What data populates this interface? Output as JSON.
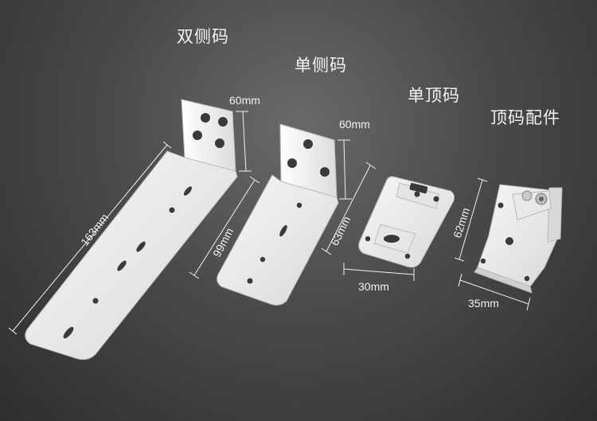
{
  "labels": {
    "double_side": "双侧码",
    "single_side": "单侧码",
    "single_top": "单顶码",
    "top_accessory": "顶码配件"
  },
  "dimensions": {
    "d1_height": "60mm",
    "d1_length": "163mm",
    "d2_height": "60mm",
    "d2_length": "99mm",
    "d3_length": "63mm",
    "d3_width": "30mm",
    "d4_length": "62mm",
    "d4_width": "35mm"
  },
  "colors": {
    "background": "#4a4a4a",
    "metal": "#ececec",
    "text": "#f2f2f2"
  }
}
